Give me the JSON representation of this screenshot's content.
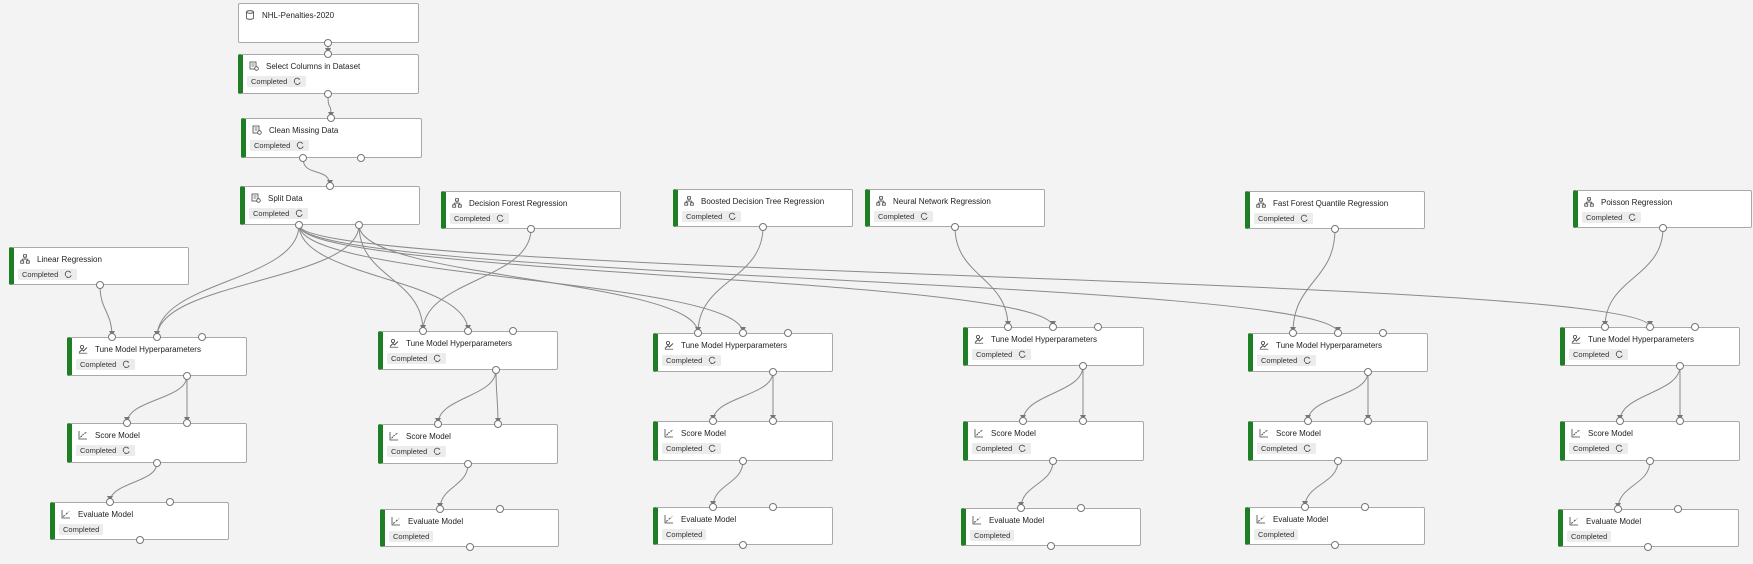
{
  "canvas": {
    "title": "Pipeline designer canvas",
    "background_color": "#f3f3f3",
    "accent_color": "#1e7e24"
  },
  "nodes": [
    {
      "id": "nhl",
      "label": "NHL-Penalties-2020",
      "status": null,
      "icon": "dataset-icon"
    },
    {
      "id": "sel",
      "label": "Select Columns in Dataset",
      "status": "Completed",
      "icon": "module-icon"
    },
    {
      "id": "clean",
      "label": "Clean Missing Data",
      "status": "Completed",
      "icon": "module-icon"
    },
    {
      "id": "split",
      "label": "Split Data",
      "status": "Completed",
      "icon": "module-icon"
    },
    {
      "id": "lin",
      "label": "Linear Regression",
      "status": "Completed",
      "icon": "algorithm-icon"
    },
    {
      "id": "dfr",
      "label": "Decision Forest Regression",
      "status": "Completed",
      "icon": "algorithm-icon"
    },
    {
      "id": "bdt",
      "label": "Boosted Decision Tree Regression",
      "status": "Completed",
      "icon": "algorithm-icon"
    },
    {
      "id": "nnr",
      "label": "Neural Network Regression",
      "status": "Completed",
      "icon": "algorithm-icon"
    },
    {
      "id": "ffq",
      "label": "Fast Forest Quantile Regression",
      "status": "Completed",
      "icon": "algorithm-icon"
    },
    {
      "id": "poi",
      "label": "Poisson Regression",
      "status": "Completed",
      "icon": "algorithm-icon"
    },
    {
      "id": "t1",
      "label": "Tune Model Hyperparameters",
      "status": "Completed",
      "icon": "tune-icon"
    },
    {
      "id": "t2",
      "label": "Tune Model Hyperparameters",
      "status": "Completed",
      "icon": "tune-icon"
    },
    {
      "id": "t3",
      "label": "Tune Model Hyperparameters",
      "status": "Completed",
      "icon": "tune-icon"
    },
    {
      "id": "t4",
      "label": "Tune Model Hyperparameters",
      "status": "Completed",
      "icon": "tune-icon"
    },
    {
      "id": "t5",
      "label": "Tune Model Hyperparameters",
      "status": "Completed",
      "icon": "tune-icon"
    },
    {
      "id": "t6",
      "label": "Tune Model Hyperparameters",
      "status": "Completed",
      "icon": "tune-icon"
    },
    {
      "id": "s1",
      "label": "Score Model",
      "status": "Completed",
      "icon": "score-icon"
    },
    {
      "id": "s2",
      "label": "Score Model",
      "status": "Completed",
      "icon": "score-icon"
    },
    {
      "id": "s3",
      "label": "Score Model",
      "status": "Completed",
      "icon": "score-icon"
    },
    {
      "id": "s4",
      "label": "Score Model",
      "status": "Completed",
      "icon": "score-icon"
    },
    {
      "id": "s5",
      "label": "Score Model",
      "status": "Completed",
      "icon": "score-icon"
    },
    {
      "id": "s6",
      "label": "Score Model",
      "status": "Completed",
      "icon": "score-icon"
    },
    {
      "id": "e1",
      "label": "Evaluate Model",
      "status": "Completed",
      "icon": "evaluate-icon"
    },
    {
      "id": "e2",
      "label": "Evaluate Model",
      "status": "Completed",
      "icon": "evaluate-icon"
    },
    {
      "id": "e3",
      "label": "Evaluate Model",
      "status": "Completed",
      "icon": "evaluate-icon"
    },
    {
      "id": "e4",
      "label": "Evaluate Model",
      "status": "Completed",
      "icon": "evaluate-icon"
    },
    {
      "id": "e5",
      "label": "Evaluate Model",
      "status": "Completed",
      "icon": "evaluate-icon"
    },
    {
      "id": "e6",
      "label": "Evaluate Model",
      "status": "Completed",
      "icon": "evaluate-icon"
    }
  ],
  "edges": [
    [
      "sel.in0",
      "nhl.out0"
    ],
    [
      "sel.out0",
      "clean.in0"
    ],
    [
      "clean.out0",
      "split.in0"
    ],
    [
      "lin.out0",
      "t1.in0"
    ],
    [
      "split.out0",
      "t1.in1"
    ],
    [
      "split.out1",
      "t1.in1b"
    ],
    [
      "dfr.out0",
      "t2.in0"
    ],
    [
      "split.out0",
      "t2.in1"
    ],
    [
      "split.out1",
      "t2.in0b"
    ],
    [
      "bdt.out0",
      "t3.in0"
    ],
    [
      "split.out0",
      "t3.in1"
    ],
    [
      "split.out1",
      "t3.in0b"
    ],
    [
      "nnr.out0",
      "t4.in0"
    ],
    [
      "split.out0",
      "t4.in1"
    ],
    [
      "ffq.out0",
      "t5.in0"
    ],
    [
      "split.out0",
      "t5.in1"
    ],
    [
      "poi.out0",
      "t6.in0"
    ],
    [
      "split.out0",
      "t6.in1"
    ],
    [
      "t1.out0",
      "s1.in0"
    ],
    [
      "t1.out1",
      "s1.in1"
    ],
    [
      "t2.out0",
      "s2.in0"
    ],
    [
      "t2.out1",
      "s2.in1"
    ],
    [
      "t3.out0",
      "s3.in0"
    ],
    [
      "t3.out1",
      "s3.in1"
    ],
    [
      "t4.out0",
      "s4.in0"
    ],
    [
      "t4.out1",
      "s4.in1"
    ],
    [
      "t5.out0",
      "s5.in0"
    ],
    [
      "t5.out1",
      "s5.in1"
    ],
    [
      "t6.out0",
      "s6.in0"
    ],
    [
      "t6.out1",
      "s6.in1"
    ],
    [
      "s1.out0",
      "e1.in0"
    ],
    [
      "s2.out0",
      "e2.in0"
    ],
    [
      "s3.out0",
      "e3.in0"
    ],
    [
      "s4.out0",
      "e4.in0"
    ],
    [
      "s5.out0",
      "e5.in0"
    ],
    [
      "s6.out0",
      "e6.in0"
    ]
  ]
}
